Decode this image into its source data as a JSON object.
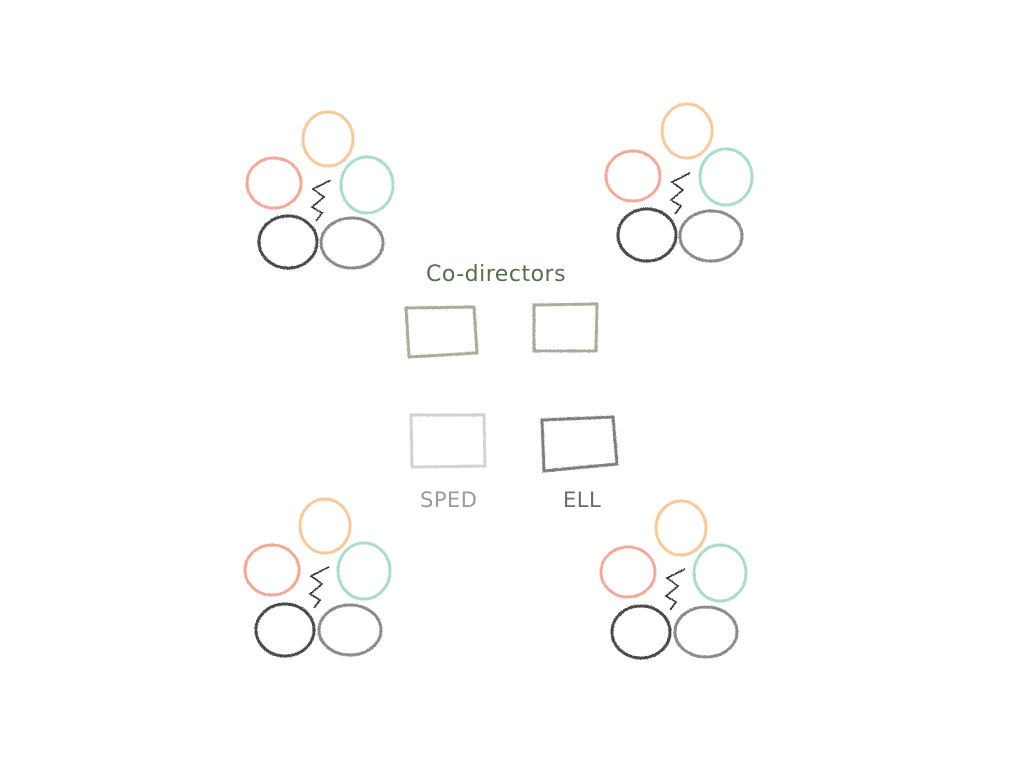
{
  "title": "Co-directors",
  "labels": {
    "sped": "SPED",
    "ell": "ELL"
  },
  "colors": {
    "title": "#55704a",
    "sped_text": "#9a9a9a",
    "ell_text": "#6a6a6a",
    "peach": "#f5c99a",
    "salmon": "#f0a898",
    "mint": "#a9dccb",
    "charcoal": "#4a4a4a",
    "gray": "#8a8a8a",
    "director_box": "#a8ab98",
    "sped_box": "#d2d2d2",
    "ell_box": "#7d7d7d"
  },
  "groups": [
    {
      "name": "team-top-left",
      "members": [
        "peach",
        "salmon",
        "mint",
        "charcoal",
        "gray"
      ]
    },
    {
      "name": "team-top-right",
      "members": [
        "peach",
        "salmon",
        "mint",
        "charcoal",
        "gray"
      ]
    },
    {
      "name": "team-bottom-left",
      "members": [
        "peach",
        "salmon",
        "mint",
        "charcoal",
        "gray"
      ]
    },
    {
      "name": "team-bottom-right",
      "members": [
        "peach",
        "salmon",
        "mint",
        "charcoal",
        "gray"
      ]
    }
  ]
}
